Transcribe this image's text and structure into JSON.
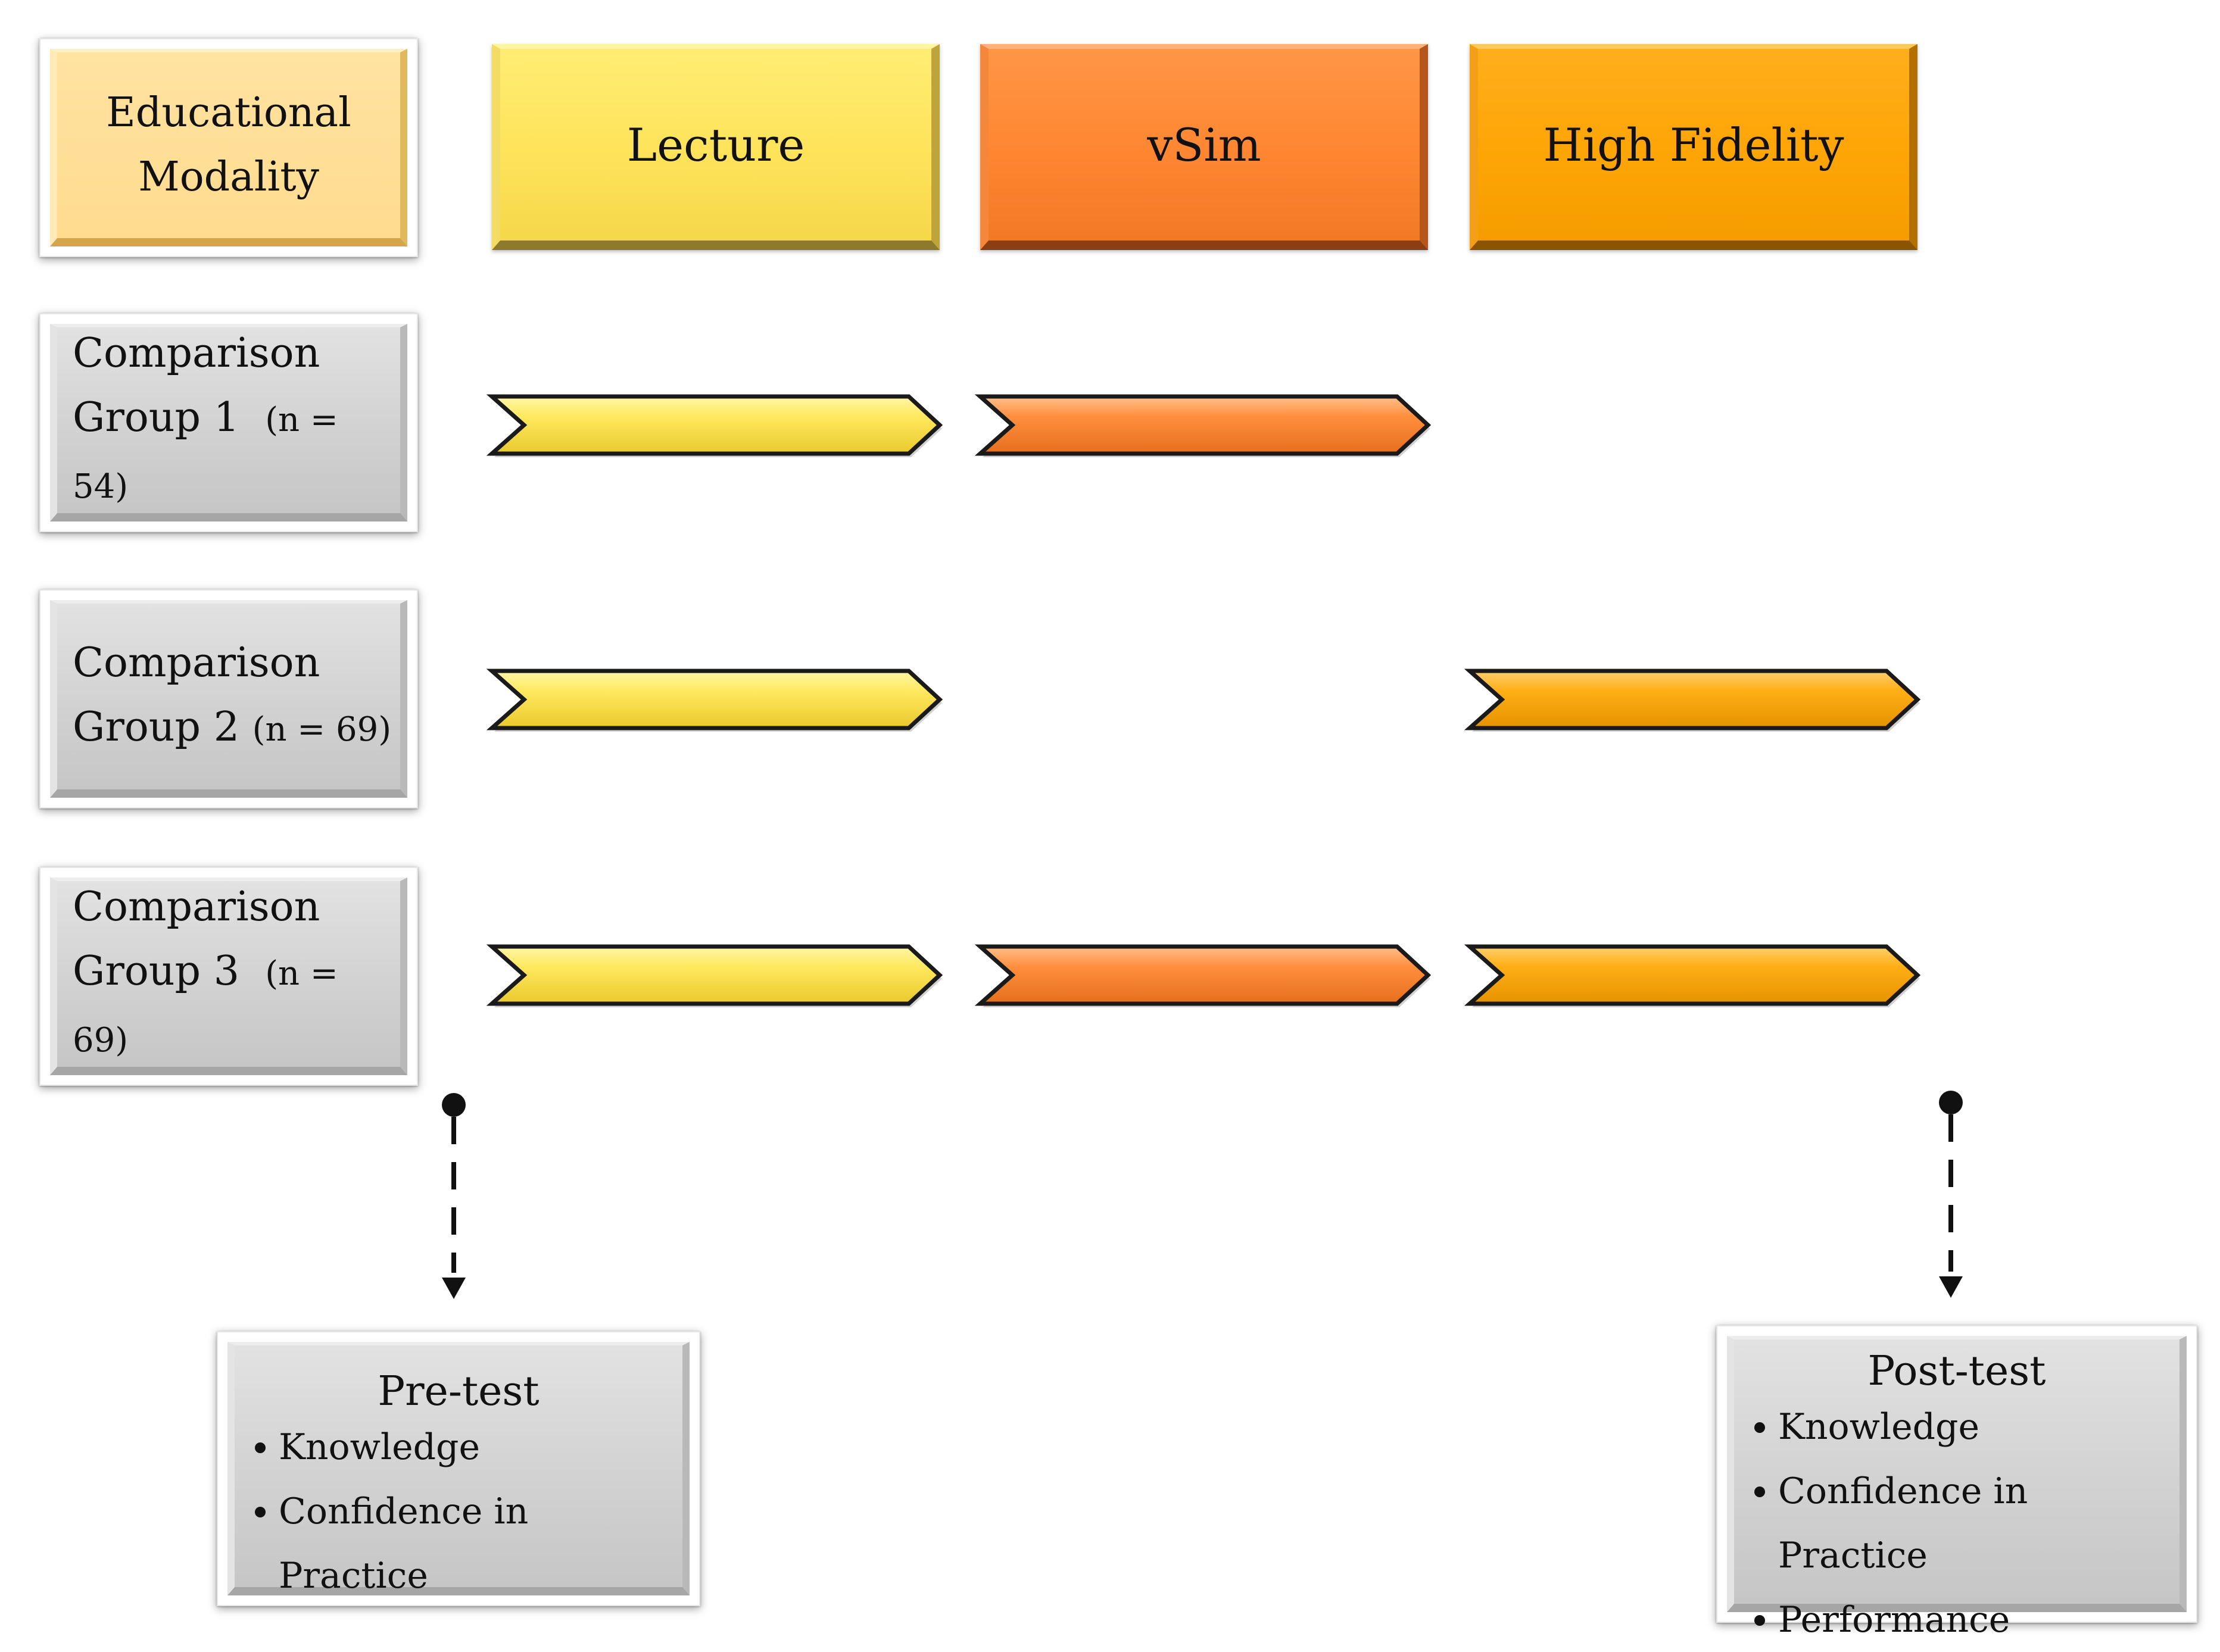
{
  "legend": {
    "line1": "Educational",
    "line2": "Modality"
  },
  "modalities": [
    {
      "label": "Lecture",
      "color": "#fee35a"
    },
    {
      "label": "vSim",
      "color": "#fe8631"
    },
    {
      "label": "High Fidelity",
      "color": "#fea506"
    }
  ],
  "groups": [
    {
      "line1": "Comparison",
      "line2": "Group 1",
      "n": "(n = 54)",
      "modalities": [
        "Lecture",
        "vSim"
      ]
    },
    {
      "line1": "Comparison",
      "line2": "Group 2",
      "n": "(n = 69)",
      "modalities": [
        "Lecture",
        "High Fidelity"
      ]
    },
    {
      "line1": "Comparison",
      "line2": "Group 3",
      "n": "(n = 69)",
      "modalities": [
        "Lecture",
        "vSim",
        "High Fidelity"
      ]
    }
  ],
  "pretest": {
    "title": "Pre-test",
    "items": [
      "Knowledge",
      "Confidence in Practice"
    ]
  },
  "posttest": {
    "title": "Post-test",
    "items": [
      "Knowledge",
      "Confidence in Practice",
      "Performance"
    ]
  }
}
